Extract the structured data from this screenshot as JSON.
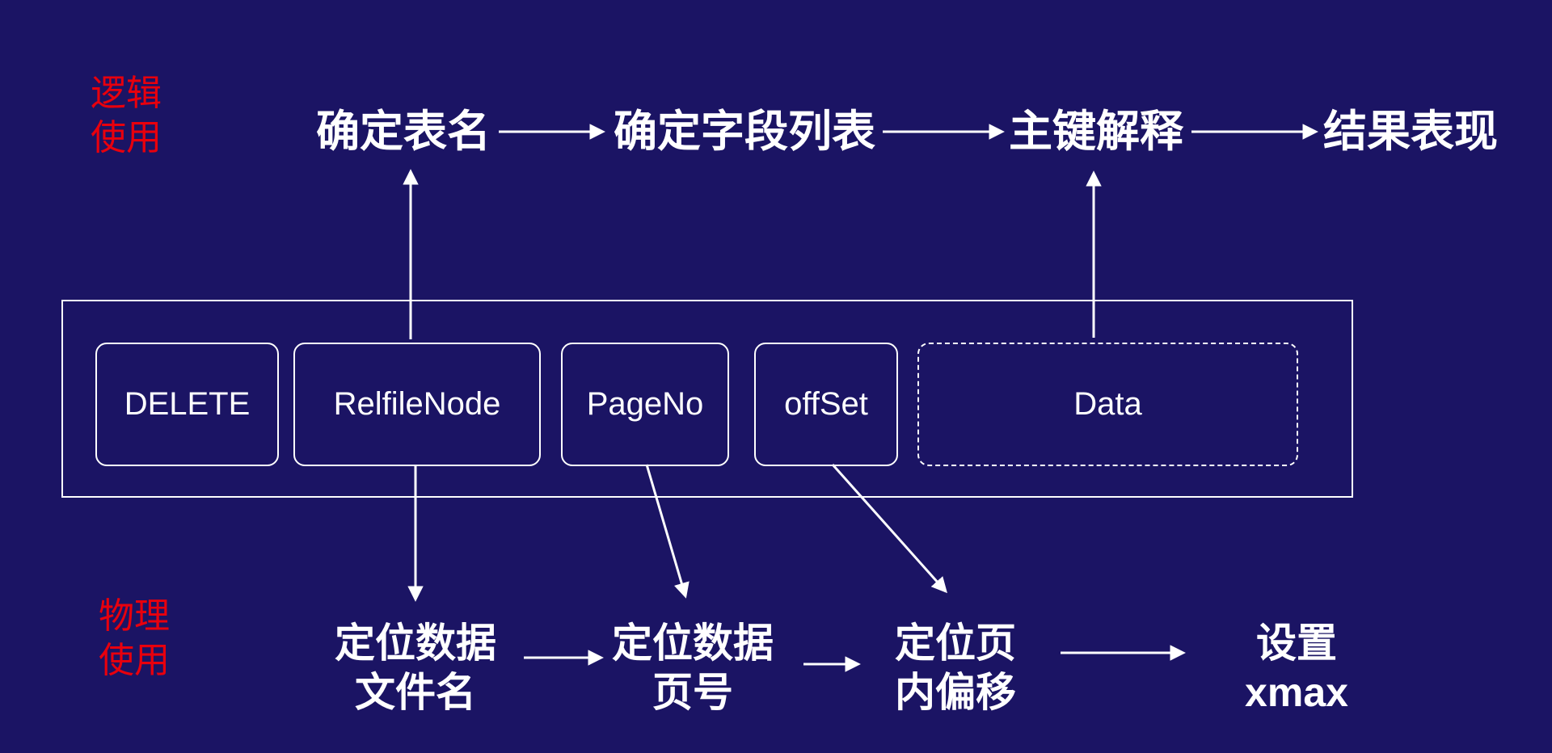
{
  "colors": {
    "background": "#1b1464",
    "text": "#ffffff",
    "accent-red": "#e8000d"
  },
  "labels": {
    "logical": {
      "line1": "逻辑",
      "line2": "使用"
    },
    "physical": {
      "line1": "物理",
      "line2": "使用"
    }
  },
  "logical_flow": {
    "steps": [
      "确定表名",
      "确定字段列表",
      "主键解释",
      "结果表现"
    ]
  },
  "record": {
    "fields": [
      "DELETE",
      "RelfileNode",
      "PageNo",
      "offSet",
      "Data"
    ]
  },
  "physical_flow": {
    "steps": [
      {
        "line1": "定位数据",
        "line2": "文件名"
      },
      {
        "line1": "定位数据",
        "line2": "页号"
      },
      {
        "line1": "定位页",
        "line2": "内偏移"
      },
      {
        "line1": "设置",
        "line2": "xmax"
      }
    ]
  }
}
